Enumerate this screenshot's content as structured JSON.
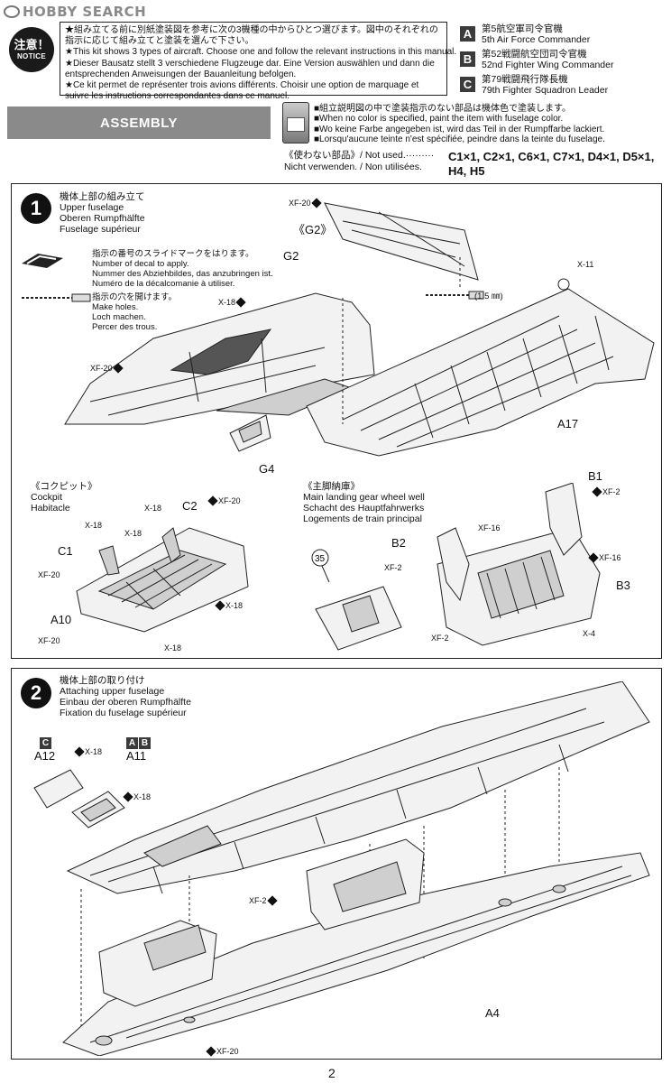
{
  "watermark": {
    "text": "HOBBY SEARCH"
  },
  "notice": {
    "badge_jp": "注意！",
    "badge_en": "NOTICE",
    "lines": [
      "★組み立てる前に別紙塗装図を参考に次の3機種の中からひとつ選びます。図中のそれぞれの",
      "指示に応じて組み立てと塗装を選んで下さい。",
      "★This kit shows 3 types of aircraft. Choose one and follow the relevant instructions in this manual.",
      "★Dieser Bausatz stellt 3 verschiedene Flugzeuge dar. Eine Version auswählen und dann die",
      "entsprechenden Anweisungen der Bauanleitung befolgen.",
      "★Ce kit permet de représenter trois avions différents. Choisir une option de marquage et",
      "suivre les instructions correspondantes dans ce manuel."
    ]
  },
  "versions": [
    {
      "letter": "A",
      "jp": "第5航空軍司令官機",
      "en": "5th Air Force Commander"
    },
    {
      "letter": "B",
      "jp": "第52戦闘航空団司令官機",
      "en": "52nd Fighter Wing Commander"
    },
    {
      "letter": "C",
      "jp": "第79戦闘飛行隊長機",
      "en": "79th Fighter Squadron Leader"
    }
  ],
  "assembly": {
    "title": "ASSEMBLY"
  },
  "paint_note": {
    "lines": [
      "■組立説明図の中で塗装指示のない部品は機体色で塗装します。",
      "■When no color is specified, paint the item with fuselage color.",
      "■Wo keine Farbe angegeben ist, wird das Teil in der Rumpffarbe lackiert.",
      "■Lorsqu'aucune teinte n'est spécifiée, peindre dans la teinte du fuselage."
    ]
  },
  "not_used": {
    "line1": "《使わない部品》/ Not used.·········",
    "line2": "Nicht verwenden. / Non utilisées.",
    "parts_line1": "C1×1, C2×1, C6×1, C7×1, D4×1, D5×1,",
    "parts_line2": "H4, H5"
  },
  "step1": {
    "number": "1",
    "title": [
      "機体上部の組み立て",
      "Upper fuselage",
      "Oberen Rumpfhälfte",
      "Fuselage supérieur"
    ],
    "decal_legend": [
      "指示の番号のスライドマークをはります。",
      "Number of decal to apply.",
      "Nummer des Abziehbildes, das anzubringen ist.",
      "Numéro de la décalcomanie à utiliser."
    ],
    "hole_legend": [
      "指示の穴を開けます。",
      "Make holes.",
      "Loch machen.",
      "Percer des trous."
    ],
    "drill_size": "(1.5 ㎜)",
    "labels": {
      "g2_inset": "《G2》",
      "g2": "G2",
      "g4": "G4",
      "a17": "A17"
    },
    "colors": {
      "xf20_a": "XF-20",
      "x18": "X-18",
      "xf20_b": "XF-20",
      "x11": "X-11"
    },
    "cockpit": {
      "title": [
        "《コクピット》",
        "Cockpit",
        "Habitacle"
      ],
      "parts": {
        "c1": "C1",
        "c2": "C2",
        "a10": "A10"
      },
      "colors": [
        "XF-20",
        "X-18",
        "X-18",
        "X-18",
        "XF-20",
        "X-18",
        "XF-20",
        "X-18"
      ]
    },
    "wheelwell": {
      "title": [
        "《主脚納庫》",
        "Main landing gear wheel well",
        "Schacht des Hauptfahrwerks",
        "Logements de train principal"
      ],
      "ref": "35",
      "parts": {
        "b1": "B1",
        "b2": "B2",
        "b3": "B3"
      },
      "colors": [
        "XF-2",
        "XF-16",
        "XF-2",
        "XF-16",
        "XF-2",
        "X-4"
      ]
    }
  },
  "step2": {
    "number": "2",
    "title": [
      "機体上部の取り付け",
      "Attaching upper fuselage",
      "Einbau der oberen Rumpfhälfte",
      "Fixation du fuselage supérieur"
    ],
    "a12": {
      "badge": "C",
      "label": "A12",
      "color": "X-18"
    },
    "a11": {
      "badges": [
        "A",
        "B"
      ],
      "label": "A11",
      "color": "X-18"
    },
    "labels": {
      "a4": "A4"
    },
    "colors": {
      "xf2": "XF-2",
      "xf20": "XF-20"
    }
  },
  "page_number": "2"
}
